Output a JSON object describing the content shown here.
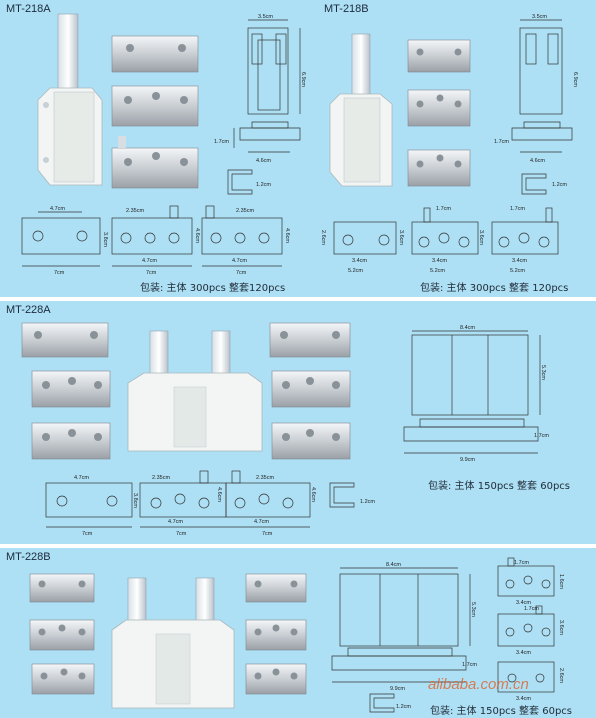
{
  "panels": [
    {
      "title": "MT-218A",
      "packing": "包装: 主体 300pcs  整套120pcs",
      "dims": {
        "top_w": "3.5cm",
        "top_h": "6.9cm",
        "base_h": "1.7cm",
        "base_w": "4.6cm",
        "clip": "1.2cm",
        "p1_w": "4.7cm",
        "p1_h": "3.8cm",
        "p1_total": "7cm",
        "p2_w": "2.35cm",
        "p2_mid": "4.7cm",
        "p2_h": "4.6cm",
        "p2_total": "7cm",
        "p3_w": "2.35cm",
        "p3_mid": "4.7cm",
        "p3_h": "4.6cm",
        "p3_total": "7cm"
      }
    },
    {
      "title": "MT-218B",
      "packing": "包装: 主体 300pcs  整套 120pcs",
      "dims": {
        "top_w": "3.5cm",
        "top_h": "6.9cm",
        "base_h": "1.7cm",
        "base_w": "4.6cm",
        "clip": "1.2cm",
        "p1_w": "3.4cm",
        "p1_h": "2.6cm",
        "p1_total": "5.2cm",
        "p2_w": "1.7cm",
        "p2_mid": "3.4cm",
        "p2_h": "3.6cm",
        "p2_total": "5.2cm",
        "p3_w": "1.7cm",
        "p3_mid": "3.4cm",
        "p3_h": "3.6cm",
        "p3_total": "5.2cm"
      }
    },
    {
      "title": "MT-228A",
      "packing": "包装: 主体 150pcs  整套 60pcs",
      "dims": {
        "top_w": "8.4cm",
        "top_h": "5.3cm",
        "base_h": "1.7cm",
        "base_w": "9.9cm",
        "clip": "1.2cm",
        "p1_w": "4.7cm",
        "p1_h": "3.8cm",
        "p1_total": "7cm",
        "p2_w": "2.35cm",
        "p2_mid": "4.7cm",
        "p2_h": "4.6cm",
        "p2_total": "7cm",
        "p3_w": "2.35cm",
        "p3_mid": "4.7cm",
        "p3_h": "4.6cm",
        "p3_total": "7cm"
      }
    },
    {
      "title": "MT-228B",
      "packing": "包装: 主体 150pcs  整套 60pcs",
      "dims": {
        "top_w": "8.4cm",
        "top_h": "5.3cm",
        "base_h": "1.7cm",
        "base_w": "9.9cm",
        "clip": "1.2cm",
        "s1_w": "1.7cm",
        "s1_h": "1.6cm",
        "s1_bot": "3.4cm",
        "s2_w": "1.7cm",
        "s2_h": "3.6cm",
        "s2_bot": "3.4cm",
        "s3_h": "2.6cm",
        "s3_bot": "3.4cm"
      }
    }
  ],
  "watermark": "alibaba.com.cn",
  "colors": {
    "panel_bg": "#aee0f5",
    "separator": "#ffffff",
    "brand": "#e25a1c"
  }
}
